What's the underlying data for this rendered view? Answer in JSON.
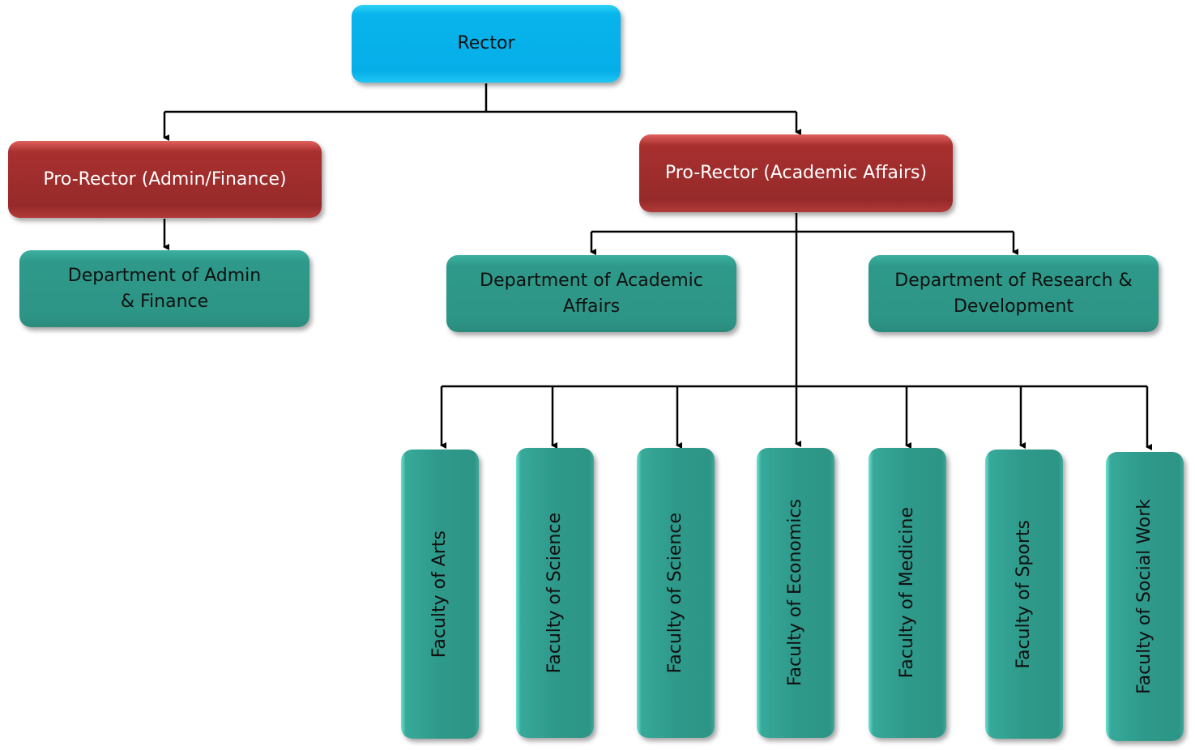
{
  "rector": "Rector",
  "pro_rectors": {
    "admin": "Pro-Rector (Admin/Finance)",
    "academic": "Pro-Rector (Academic Affairs)"
  },
  "departments": {
    "admin_finance": "Department of Admin & Finance",
    "academic_affairs": "Department of Academic Affairs",
    "research_development": "Department of Research & Development"
  },
  "faculties": [
    "Faculty of Arts",
    "Faculty of Science",
    "Faculty of Science",
    "Faculty of Economics",
    "Faculty of Medicine",
    "Faculty of Sports",
    "Faculty of Social Work"
  ],
  "colors": {
    "rector": "#06aee8",
    "pro_rector": "#962a2a",
    "unit": "#2e998a"
  }
}
